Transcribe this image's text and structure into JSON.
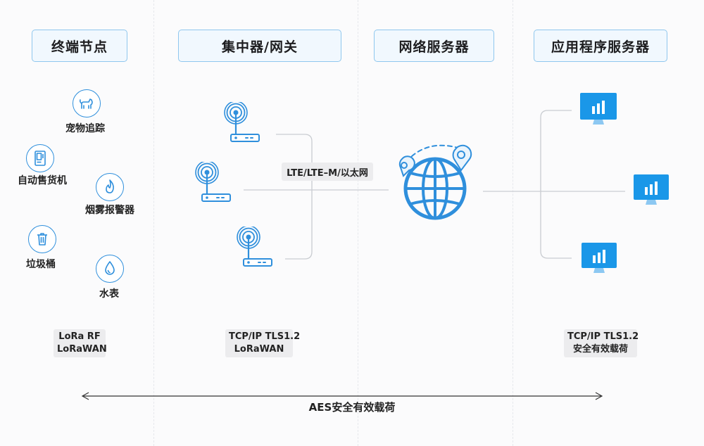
{
  "columns": {
    "end_nodes": "终端节点",
    "gateway": "集中器/网关",
    "network_server": "网络服务器",
    "app_server": "应用程序服务器"
  },
  "end_nodes": [
    {
      "label": "宠物追踪",
      "icon": "pet-icon"
    },
    {
      "label": "自动售货机",
      "icon": "vending-machine-icon"
    },
    {
      "label": "烟雾报警器",
      "icon": "flame-icon"
    },
    {
      "label": "垃圾桶",
      "icon": "trash-icon"
    },
    {
      "label": "水表",
      "icon": "water-drop-icon"
    }
  ],
  "protocols": {
    "end_nodes": [
      "LoRa RF",
      "LoRaWAN"
    ],
    "gateway": [
      "TCP/IP TLS1.2",
      "LoRaWAN"
    ],
    "app_server": [
      "TCP/IP TLS1.2",
      "安全有效载荷"
    ]
  },
  "backhaul_label": "LTE/LTE–M/以太网",
  "aes_label": "AES安全有效载荷",
  "colors": {
    "accent": "#2f8fdc",
    "header_border": "#8fc7ee",
    "header_fill": "#f1f8fe",
    "monitor": "#1a97e8",
    "label_bg": "#ececee"
  }
}
